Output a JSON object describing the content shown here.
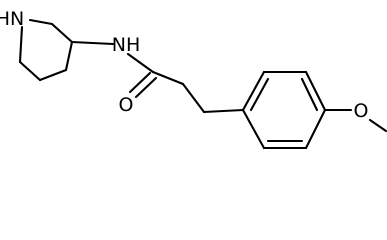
{
  "molecule": {
    "atoms": {
      "ring_nh": "HN",
      "amide_nh": "NH",
      "carbonyl_o": "O",
      "ether_o": "O"
    },
    "colors": {
      "bond": "#000000",
      "label": "#000000",
      "background": "#ffffff"
    }
  }
}
